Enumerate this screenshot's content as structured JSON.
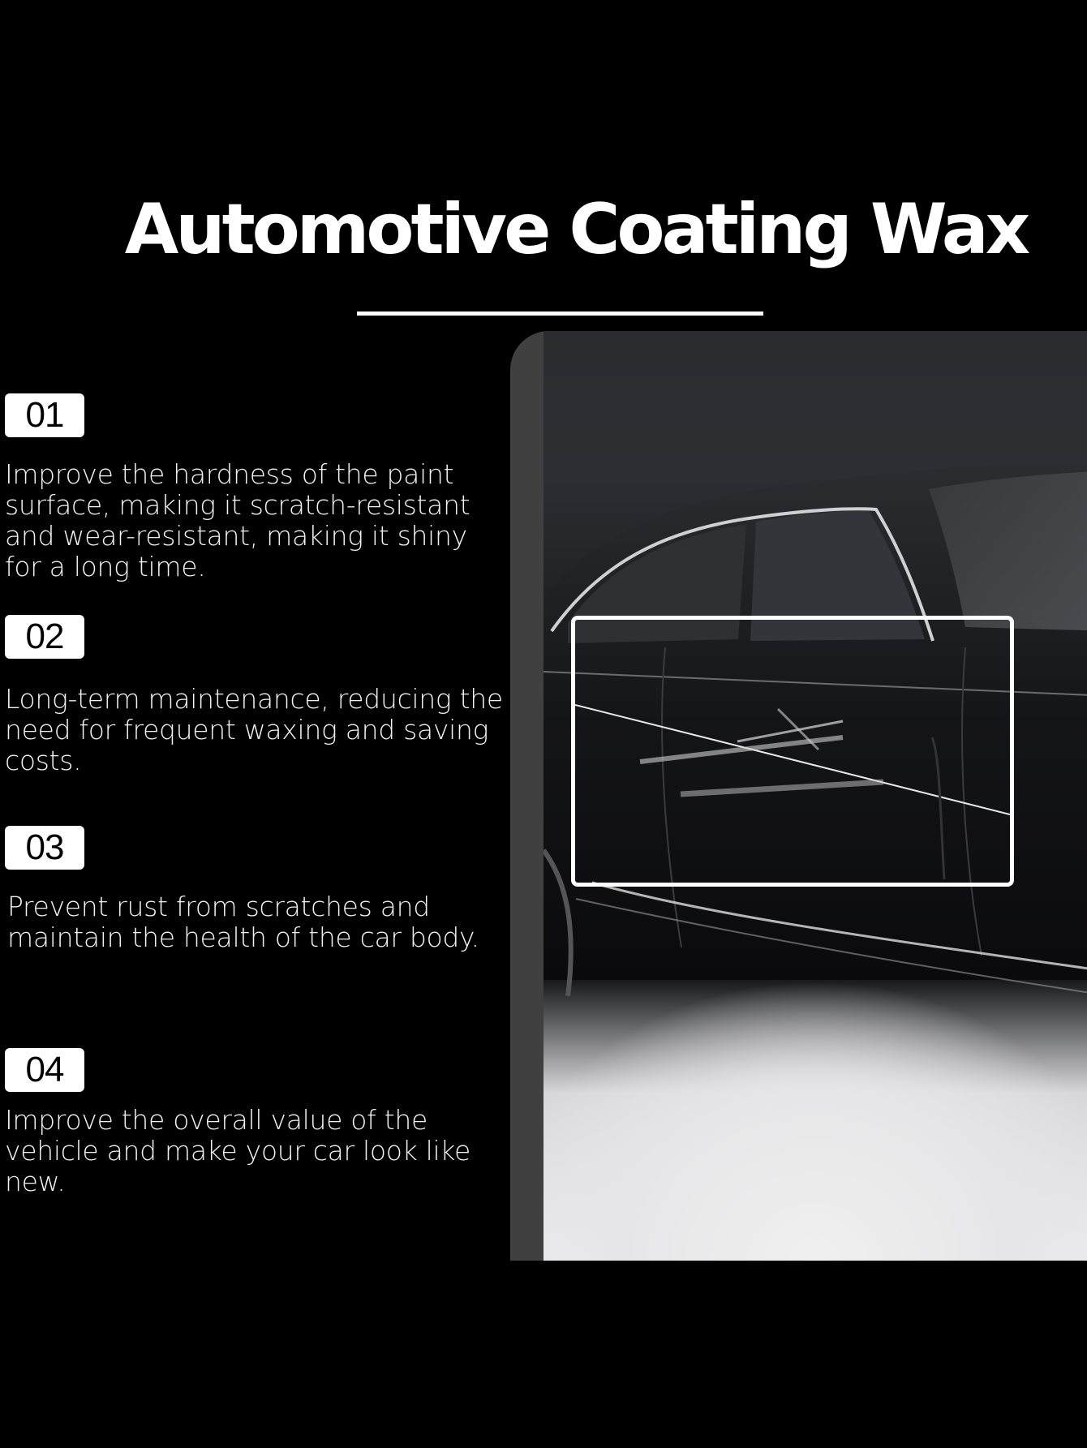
{
  "header": {
    "title": "Automotive Coating Wax"
  },
  "features": [
    {
      "number": "01",
      "text": "Improve the hardness of the paint surface, making it scratch-resistant and wear-resistant, making it shiny for a long time."
    },
    {
      "number": "02",
      "text": "Long-term maintenance, reducing the need for frequent waxing and saving costs."
    },
    {
      "number": "03",
      "text": "Prevent rust from scratches and maintain the health of the car body."
    },
    {
      "number": "04",
      "text": "Improve the overall value of the vehicle and make your car look like new."
    }
  ],
  "image": {
    "subject": "black-sedan-side-with-scratches",
    "highlight": "scratch-closeup-box"
  },
  "colors": {
    "background": "#000000",
    "text": "#ffffff",
    "frame": "#404040",
    "badge_bg": "#ffffff",
    "badge_text": "#000000"
  }
}
